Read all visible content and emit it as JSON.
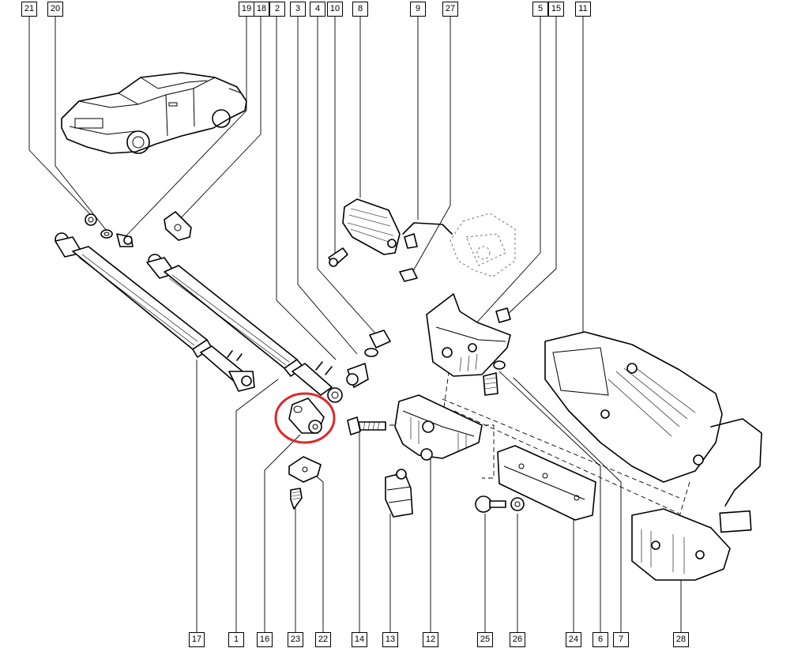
{
  "callouts": {
    "top": [
      "21",
      "20",
      "19",
      "18",
      "2",
      "3",
      "4",
      "10",
      "8",
      "9",
      "27",
      "5",
      "15",
      "11"
    ],
    "bottom": [
      "17",
      "1",
      "16",
      "23",
      "22",
      "14",
      "13",
      "12",
      "25",
      "26",
      "24",
      "6",
      "7",
      "28"
    ]
  },
  "highlight_color": "#d92b2b"
}
